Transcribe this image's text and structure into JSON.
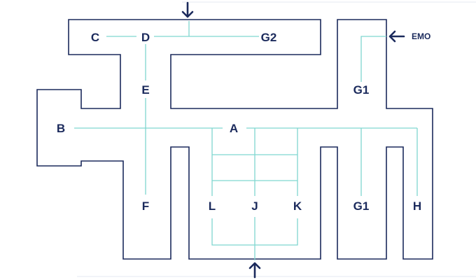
{
  "floor_plan": {
    "nodes": {
      "a": "A",
      "b": "B",
      "c": "C",
      "d": "D",
      "e": "E",
      "f": "F",
      "g2": "G2",
      "g1_top": "G1",
      "g1_bottom": "G1",
      "h": "H",
      "j": "J",
      "k": "K",
      "l": "L"
    },
    "entry_label": "EMO"
  },
  "colors": {
    "wall": "#1b2a5c",
    "path": "#7fd6d0",
    "label": "#1b2a5c"
  }
}
